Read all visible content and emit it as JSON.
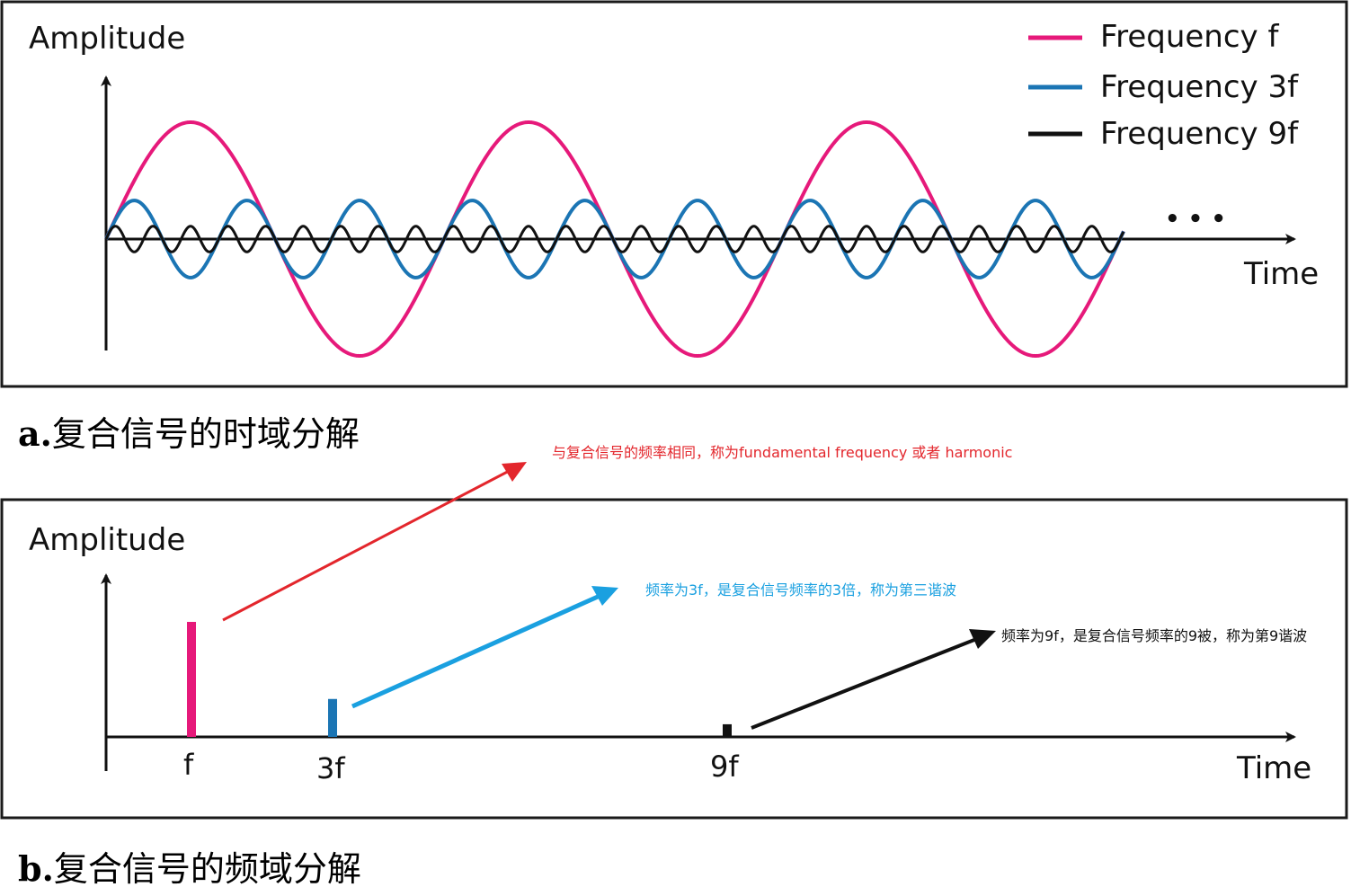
{
  "time_domain": {
    "y_label": "Amplitude",
    "x_label": "Time",
    "ellipsis": "• • •",
    "legend": [
      {
        "label": "Frequency f",
        "color": "#e6197a"
      },
      {
        "label": "Frequency 3f",
        "color": "#1b75b4"
      },
      {
        "label": "Frequency 9f",
        "color": "#111111"
      }
    ],
    "caption_prefix": "a.",
    "caption": "复合信号的时域分解"
  },
  "frequency_domain": {
    "y_label": "Amplitude",
    "x_label": "Time",
    "spectrum": [
      {
        "label": "f",
        "amplitude": 1.0,
        "color": "#e6197a"
      },
      {
        "label": "3f",
        "amplitude": 0.33,
        "color": "#1b75b4"
      },
      {
        "label": "9f",
        "amplitude": 0.11,
        "color": "#111111"
      }
    ],
    "caption_prefix": "b.",
    "caption": "复合信号的频域分解"
  },
  "annotations": [
    {
      "text": "与复合信号的频率相同，称为fundamental frequency 或者 harmonic",
      "color": "#e3262c"
    },
    {
      "text": "频率为3f，是复合信号频率的3倍，称为第三谐波",
      "color": "#1aa0e0"
    },
    {
      "text": "频率为9f，是复合信号频率的9被，称为第9谐波",
      "color": "#111111"
    }
  ]
}
